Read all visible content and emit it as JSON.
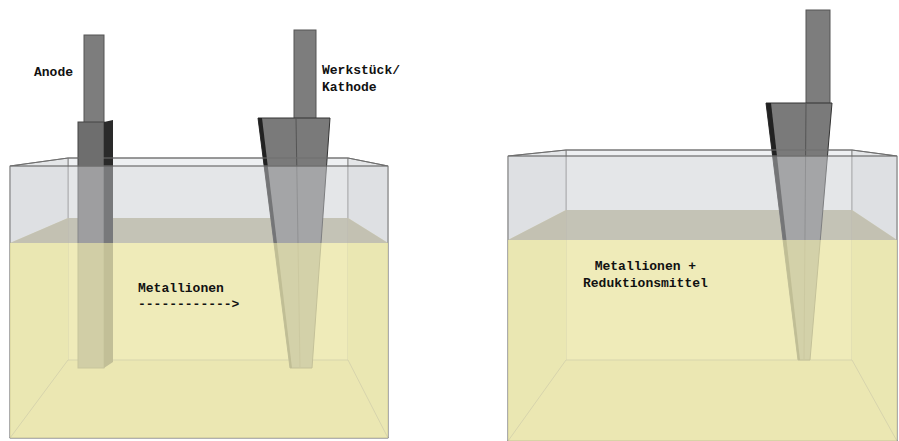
{
  "diagram": {
    "labels": [
      "Anode",
      "Werkstück/ Kathode",
      "Metallionen",
      "------------>",
      "Metallionen + Reduktionsmittel"
    ]
  }
}
